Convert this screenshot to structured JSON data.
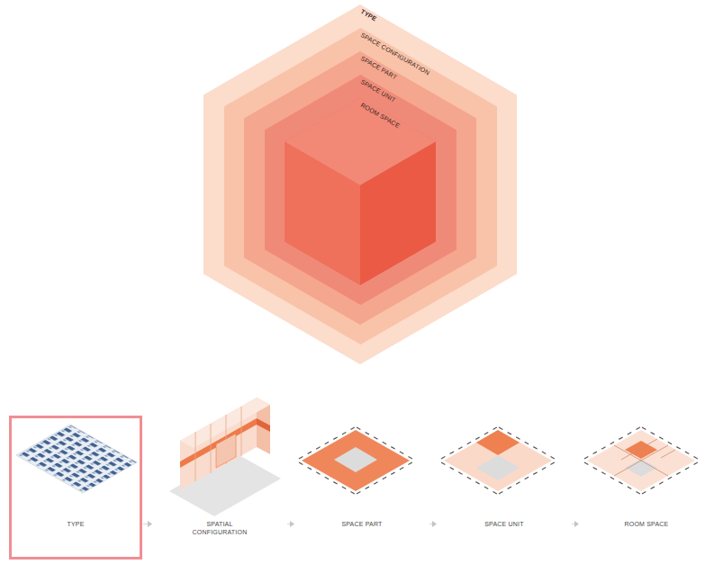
{
  "diagram": {
    "nodes": [
      {
        "text": [
          "TYPE"
        ]
      },
      {
        "text": [
          "SPACE CONFIGURATION"
        ],
        "in": 0
      },
      {
        "text": [
          "SPACE PART"
        ],
        "in": 1
      },
      {
        "text": [
          "SPACE UNIT"
        ],
        "in": 2
      },
      {
        "text": [
          "ROOM SPACE"
        ],
        "in": 3
      },
      {
        "text": [
          "TYPE"
        ]
      },
      {
        "text": [
          "SPATIAL CONFIGURATION"
        ]
      },
      {
        "text": [
          "SPACE PART"
        ]
      },
      {
        "text": [
          "SPACE UNIT"
        ]
      },
      {
        "text": [
          "ROOM SPACE"
        ]
      }
    ],
    "edges": [
      {
        "from": 5,
        "to": 6,
        "arrow": "to"
      },
      {
        "from": 6,
        "to": 7,
        "arrow": "to"
      },
      {
        "from": 7,
        "to": 8,
        "arrow": "to"
      },
      {
        "from": 8,
        "to": 9,
        "arrow": "to"
      }
    ]
  }
}
